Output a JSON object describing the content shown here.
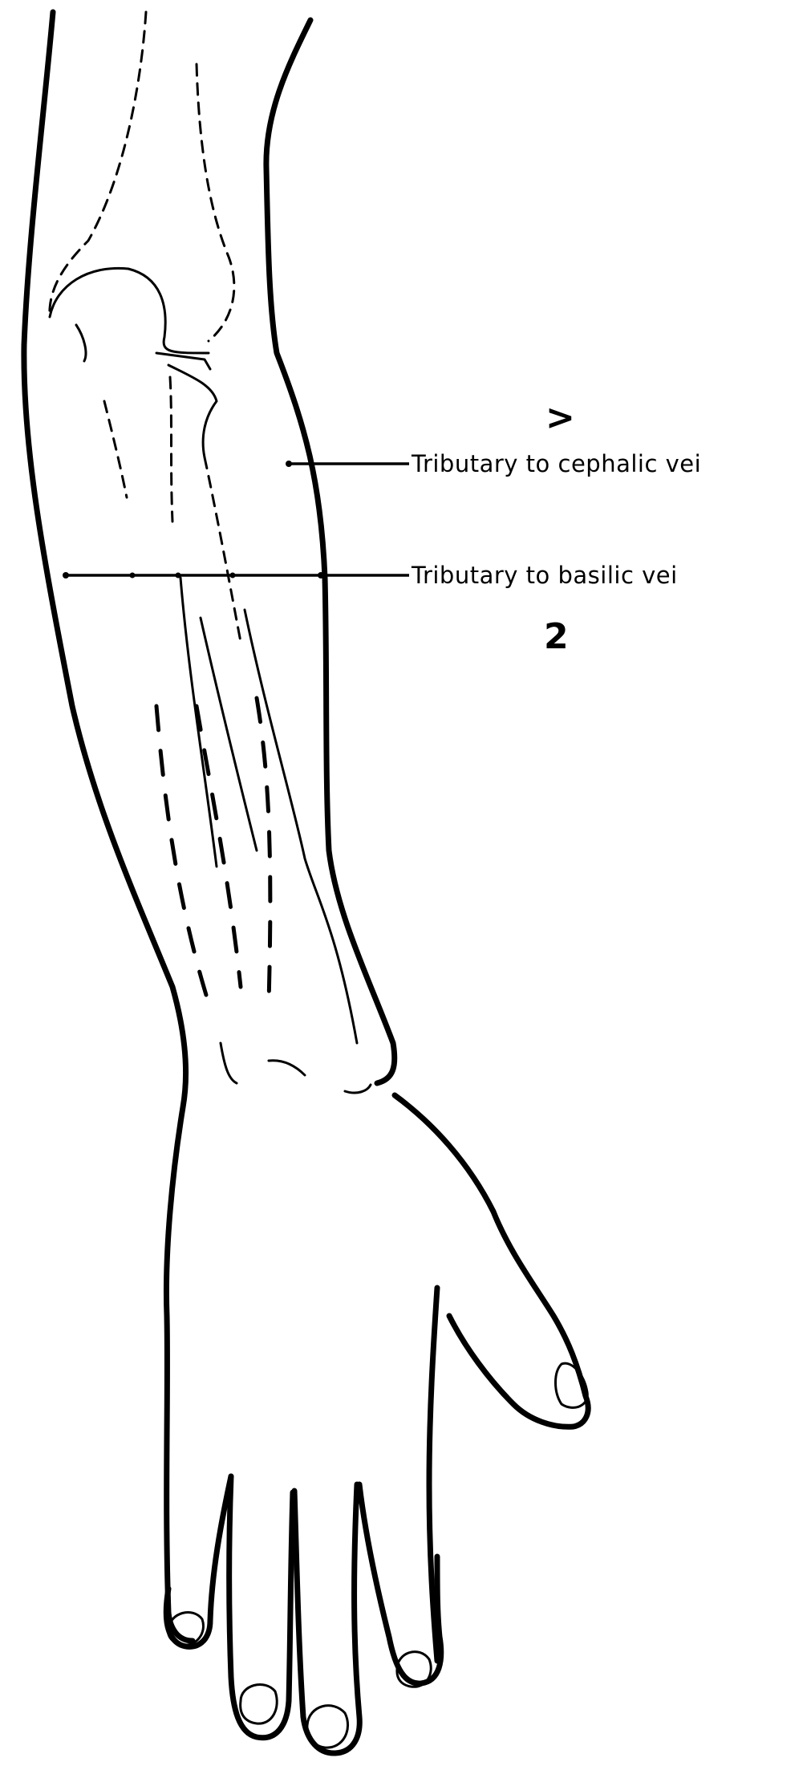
{
  "labels": {
    "cephalic": "Tributary to cephalic vei",
    "basilic": "Tributary to basilic vei"
  },
  "numbers": {
    "upper": ">",
    "lower": "2"
  }
}
